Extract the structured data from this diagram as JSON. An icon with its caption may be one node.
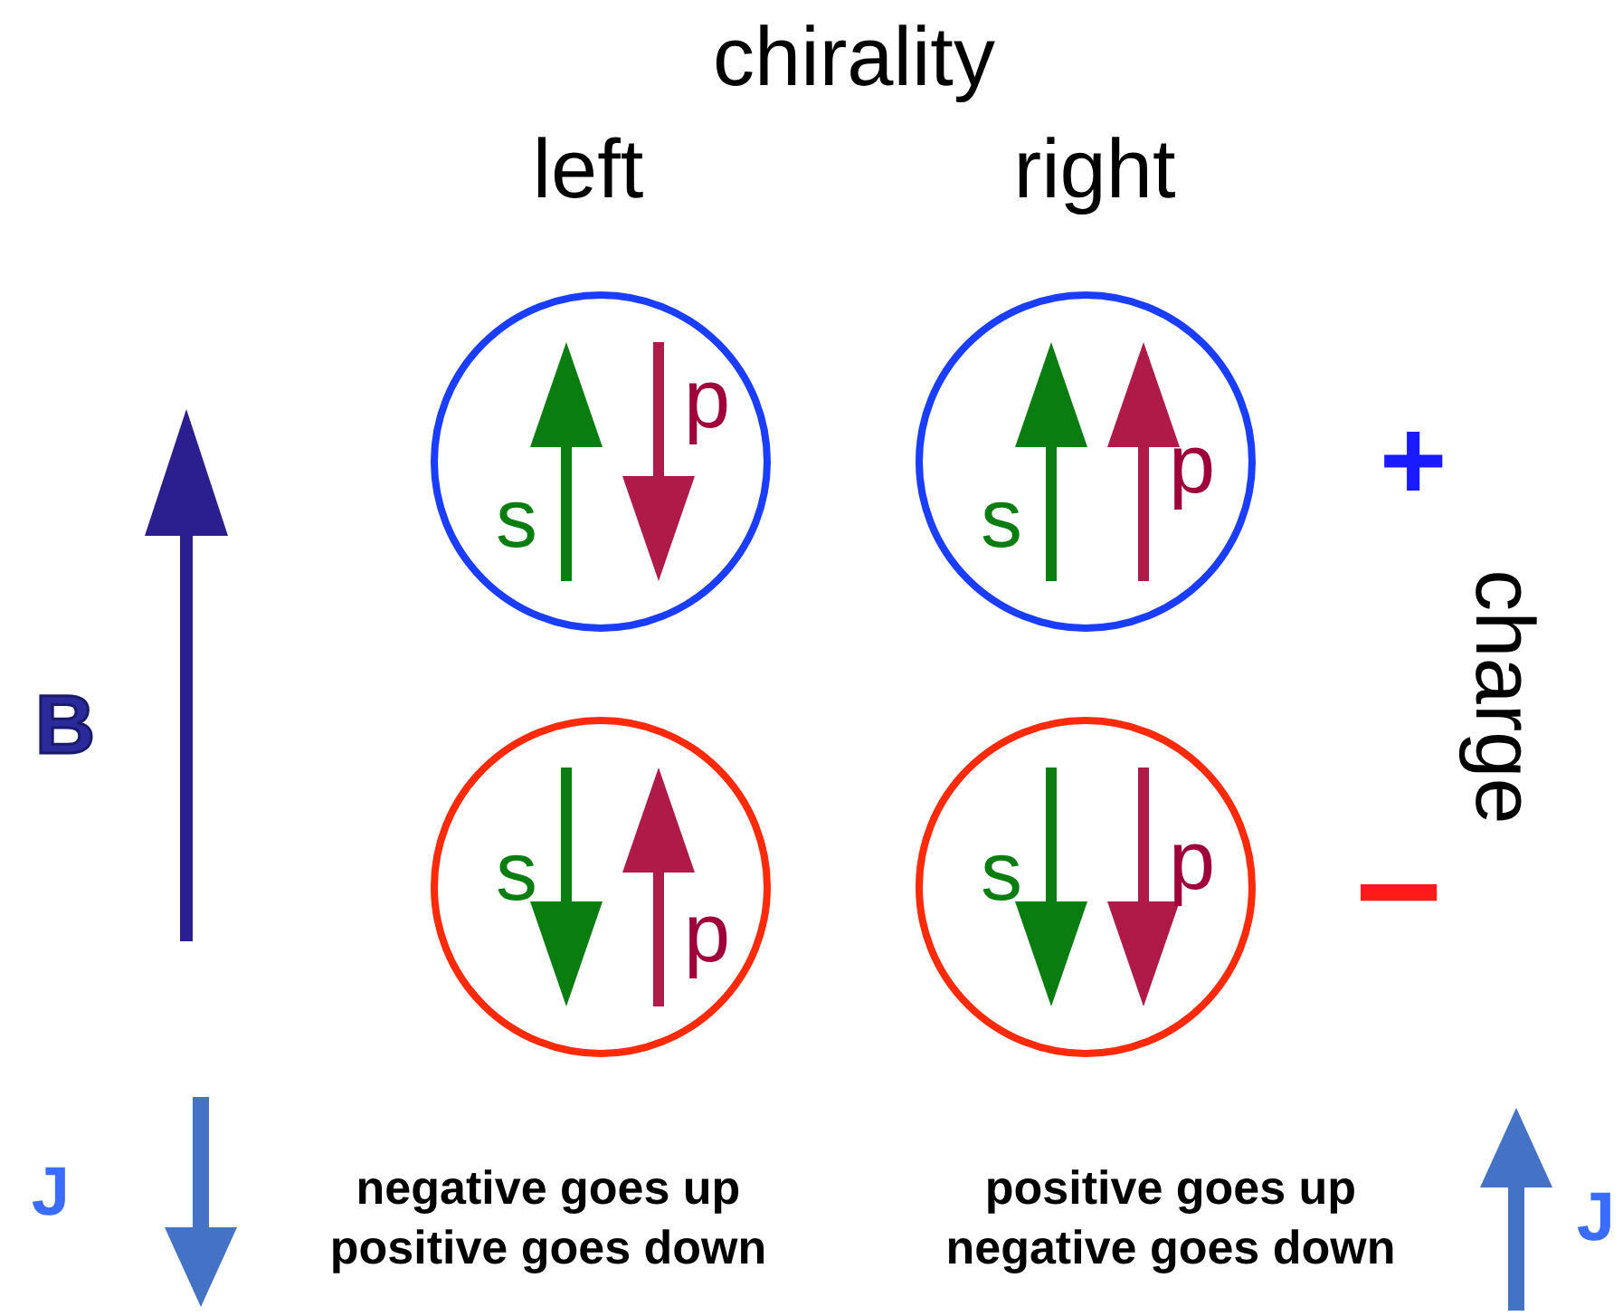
{
  "diagram": {
    "nodes": [
      {
        "text": [
          "s",
          "p"
        ]
      },
      {
        "text": [
          "s",
          "p"
        ]
      },
      {
        "text": [
          "s",
          "p"
        ]
      },
      {
        "text": [
          "s",
          "p"
        ]
      }
    ],
    "labels": [
      "chirality",
      "left",
      "right",
      "+",
      "charge",
      "B",
      "−",
      "J",
      "negative goes up positive goes down",
      "positive goes up negative goes down",
      "J"
    ]
  }
}
